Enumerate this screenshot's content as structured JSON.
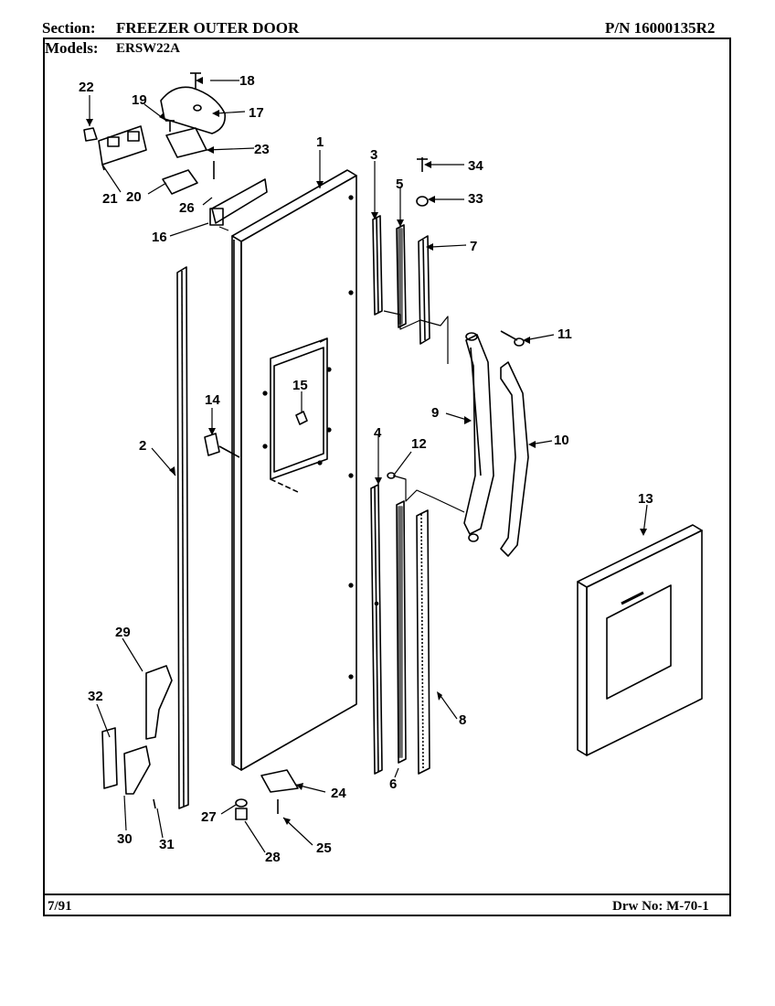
{
  "header": {
    "section_label": "Section:",
    "section_value": "FREEZER OUTER DOOR",
    "part_number": "P/N 16000135R2",
    "models_label": "Models:",
    "models_value": "ERSW22A"
  },
  "footer": {
    "date": "7/91",
    "drawing_number": "Drw No: M-70-1"
  },
  "callouts": [
    "1",
    "2",
    "3",
    "4",
    "5",
    "6",
    "7",
    "8",
    "9",
    "10",
    "11",
    "12",
    "13",
    "14",
    "15",
    "16",
    "17",
    "18",
    "19",
    "20",
    "21",
    "22",
    "23",
    "24",
    "25",
    "26",
    "27",
    "28",
    "29",
    "30",
    "31",
    "32",
    "33",
    "34"
  ]
}
